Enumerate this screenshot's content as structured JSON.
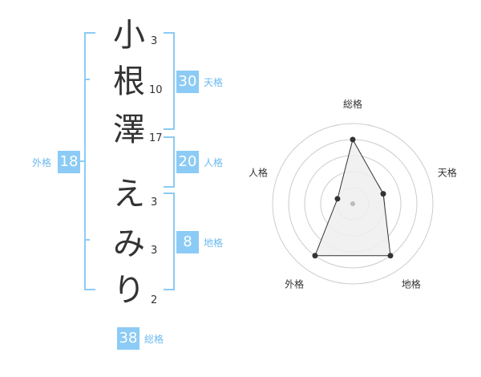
{
  "surname": [
    {
      "char": "小",
      "strokes": "3"
    },
    {
      "char": "根",
      "strokes": "10"
    },
    {
      "char": "澤",
      "strokes": "17"
    }
  ],
  "given": [
    {
      "char": "え",
      "strokes": "3"
    },
    {
      "char": "み",
      "strokes": "3"
    },
    {
      "char": "り",
      "strokes": "2"
    }
  ],
  "fortunes": {
    "tenkaku": {
      "value": "30",
      "label": "天格"
    },
    "jinkaku": {
      "value": "20",
      "label": "人格"
    },
    "chikaku": {
      "value": "8",
      "label": "地格"
    },
    "gaikaku": {
      "value": "18",
      "label": "外格"
    },
    "soukaku": {
      "value": "38",
      "label": "総格"
    }
  },
  "chart_data": {
    "type": "radar",
    "axes": [
      "総格",
      "天格",
      "地格",
      "外格",
      "人格"
    ],
    "values": [
      4,
      2,
      4,
      4,
      1
    ],
    "max": 5,
    "rings": 5,
    "colors": {
      "fill": "#eeeeee",
      "line": "#333333",
      "ring": "#cccccc",
      "point": "#333333",
      "center": "#bbbbbb"
    }
  },
  "colors": {
    "accent": "#8ccbf5",
    "label": "#6cb9ef",
    "text": "#333333"
  }
}
